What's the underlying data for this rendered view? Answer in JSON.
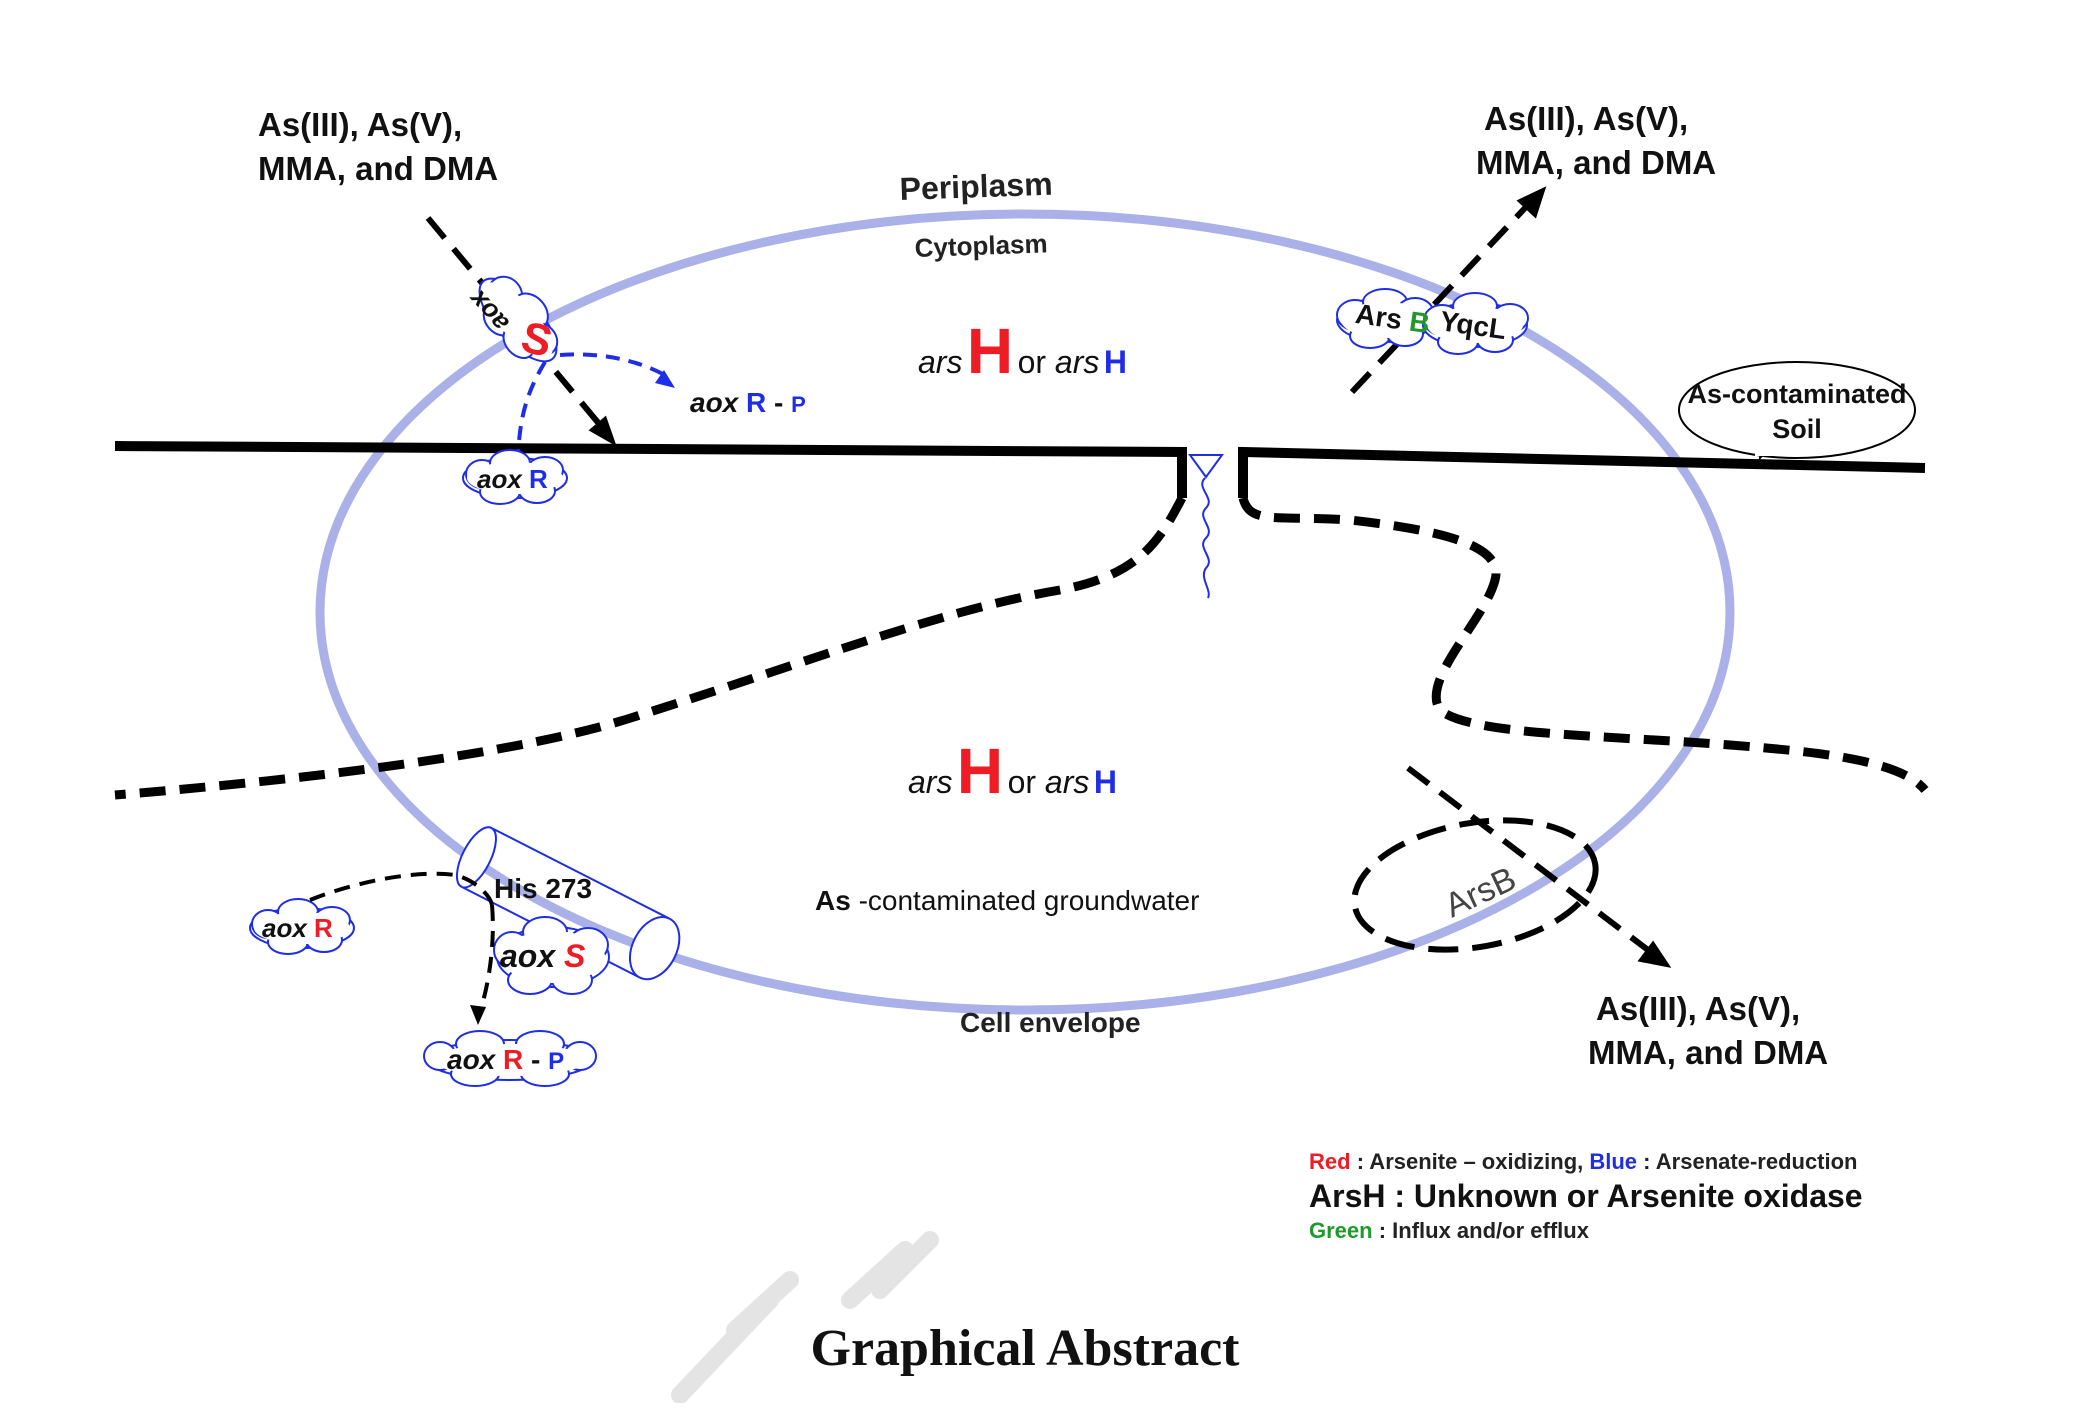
{
  "diagram": {
    "compartments": {
      "periplasm": "Periplasm",
      "cytoplasm": "Cytoplasm",
      "cell_envelope": "Cell envelope"
    },
    "species_label_lines": [
      "As(III), As(V),",
      "MMA, and DMA"
    ],
    "gene_labels": {
      "ars_prefix": "ars",
      "H": "H",
      "or": " or ",
      "aox": "aox",
      "R": "R",
      "S": "S",
      "aox_rot": "aox",
      "dash_p": " - ",
      "P": "P"
    },
    "proteins": {
      "arsb_prefix": "Ars",
      "arsb_suffix": "B",
      "yqcl": "YqcL",
      "arsb_dashed": "ArsB",
      "his273": "His 273"
    },
    "environment": {
      "soil_line1": "As-contaminated",
      "soil_line2": "Soil",
      "groundwater_prefix": "As",
      "groundwater_rest": "-contaminated groundwater"
    },
    "legend": {
      "red_word": "Red",
      "red_desc": " : Arsenite – oxidizing, ",
      "blue_word": "Blue",
      "blue_desc": " : Arsenate-reduction",
      "arsh_line": "ArsH : Unknown or Arsenite oxidase",
      "green_word": "Green",
      "green_desc": " : Influx and/or efflux"
    },
    "title": "Graphical Abstract",
    "colors": {
      "oxidizing_red": "#ee1c25",
      "reduction_blue": "#1f2ee6",
      "influx_green": "#1f9a2a",
      "membrane_lavender": "#aab0e8",
      "watermark": "#e6e6e6"
    }
  }
}
